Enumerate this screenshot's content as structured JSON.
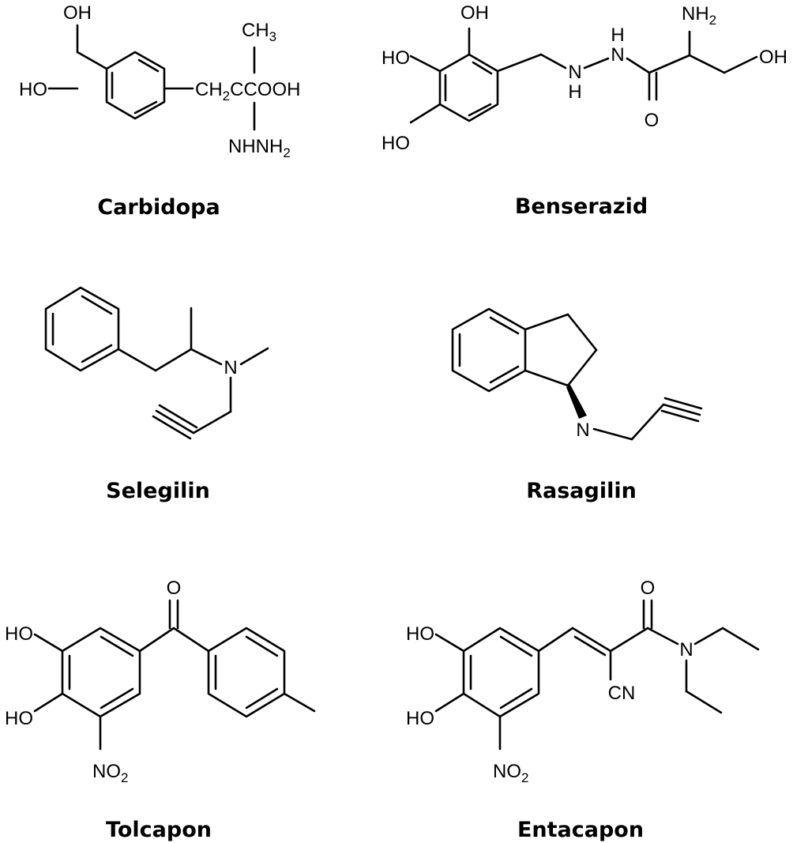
{
  "compounds": {
    "carbidopa": {
      "name": "Carbidopa",
      "oh_top": "OH",
      "ho_left": "HO",
      "ch3": "CH",
      "ch3_sub": "3",
      "ch2": "CH",
      "ch2_sub": "2",
      "cooh": "CCOOH",
      "nhnh": "NHNH",
      "nhnh_sub": "2"
    },
    "benserazid": {
      "name": "Benserazid",
      "oh_top": "OH",
      "ho_mid": "HO",
      "ho_low": "HO",
      "h_top": "H",
      "n_top": "N",
      "n_low": "N",
      "h_low": "H",
      "nh2": "NH",
      "nh2_sub": "2",
      "o": "O",
      "oh_right": "OH"
    },
    "selegilin": {
      "name": "Selegilin",
      "n": "N"
    },
    "rasagilin": {
      "name": "Rasagilin",
      "n": "N"
    },
    "tolcapon": {
      "name": "Tolcapon",
      "o": "O",
      "ho_top": "HO",
      "ho_low": "HO",
      "no2": "NO",
      "no2_sub": "2"
    },
    "entacapon": {
      "name": "Entacapon",
      "o": "O",
      "ho_top": "HO",
      "ho_low": "HO",
      "n": "N",
      "cn": "CN",
      "no2": "NO",
      "no2_sub": "2"
    }
  }
}
